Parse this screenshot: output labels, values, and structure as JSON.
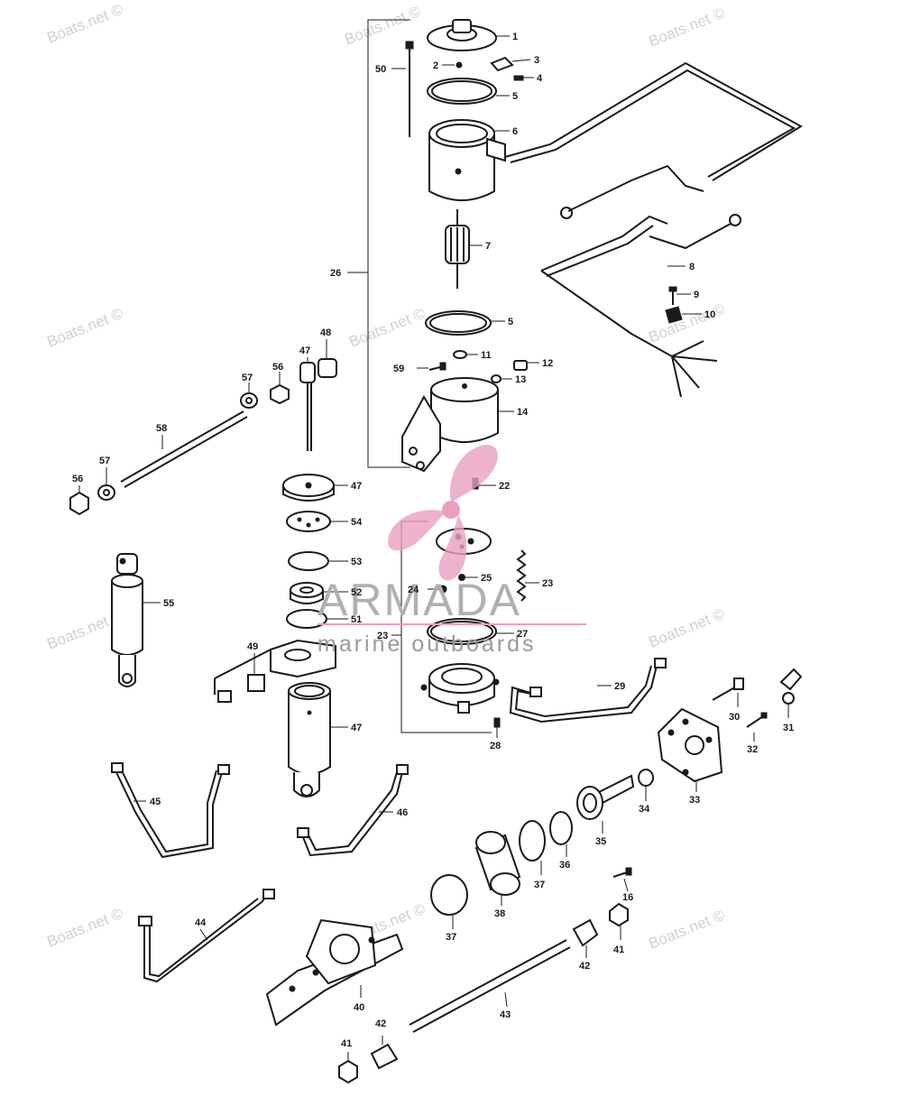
{
  "watermark": {
    "text": "Boats.net ©",
    "color": "#d0d0d0"
  },
  "brand": {
    "name": "ARMADA",
    "tagline": "marine outboards",
    "accent_color": "#e8a0c0",
    "text_color": "#b0b0b0"
  },
  "callouts": {
    "c1": "1",
    "c2": "2",
    "c3": "3",
    "c4": "4",
    "c5a": "5",
    "c5b": "5",
    "c6": "6",
    "c7": "7",
    "c8": "8",
    "c9": "9",
    "c10": "10",
    "c11": "11",
    "c12": "12",
    "c13": "13",
    "c14": "14",
    "c16": "16",
    "c22": "22",
    "c23a": "23",
    "c23b": "23",
    "c24": "24",
    "c25": "25",
    "c26": "26",
    "c27": "27",
    "c28": "28",
    "c29": "29",
    "c30": "30",
    "c31": "31",
    "c32": "32",
    "c33": "33",
    "c34": "34",
    "c35": "35",
    "c36": "36",
    "c37a": "37",
    "c37b": "37",
    "c38": "38",
    "c40": "40",
    "c41a": "41",
    "c41b": "41",
    "c42a": "42",
    "c42b": "42",
    "c43": "43",
    "c44": "44",
    "c45": "45",
    "c46": "46",
    "c47a": "47",
    "c47b": "47",
    "c47c": "47",
    "c48": "48",
    "c49": "49",
    "c50": "50",
    "c51": "51",
    "c52": "52",
    "c53": "53",
    "c54": "54",
    "c55": "55",
    "c56a": "56",
    "c56b": "56",
    "c57a": "57",
    "c57b": "57",
    "c58": "58",
    "c59": "59"
  }
}
